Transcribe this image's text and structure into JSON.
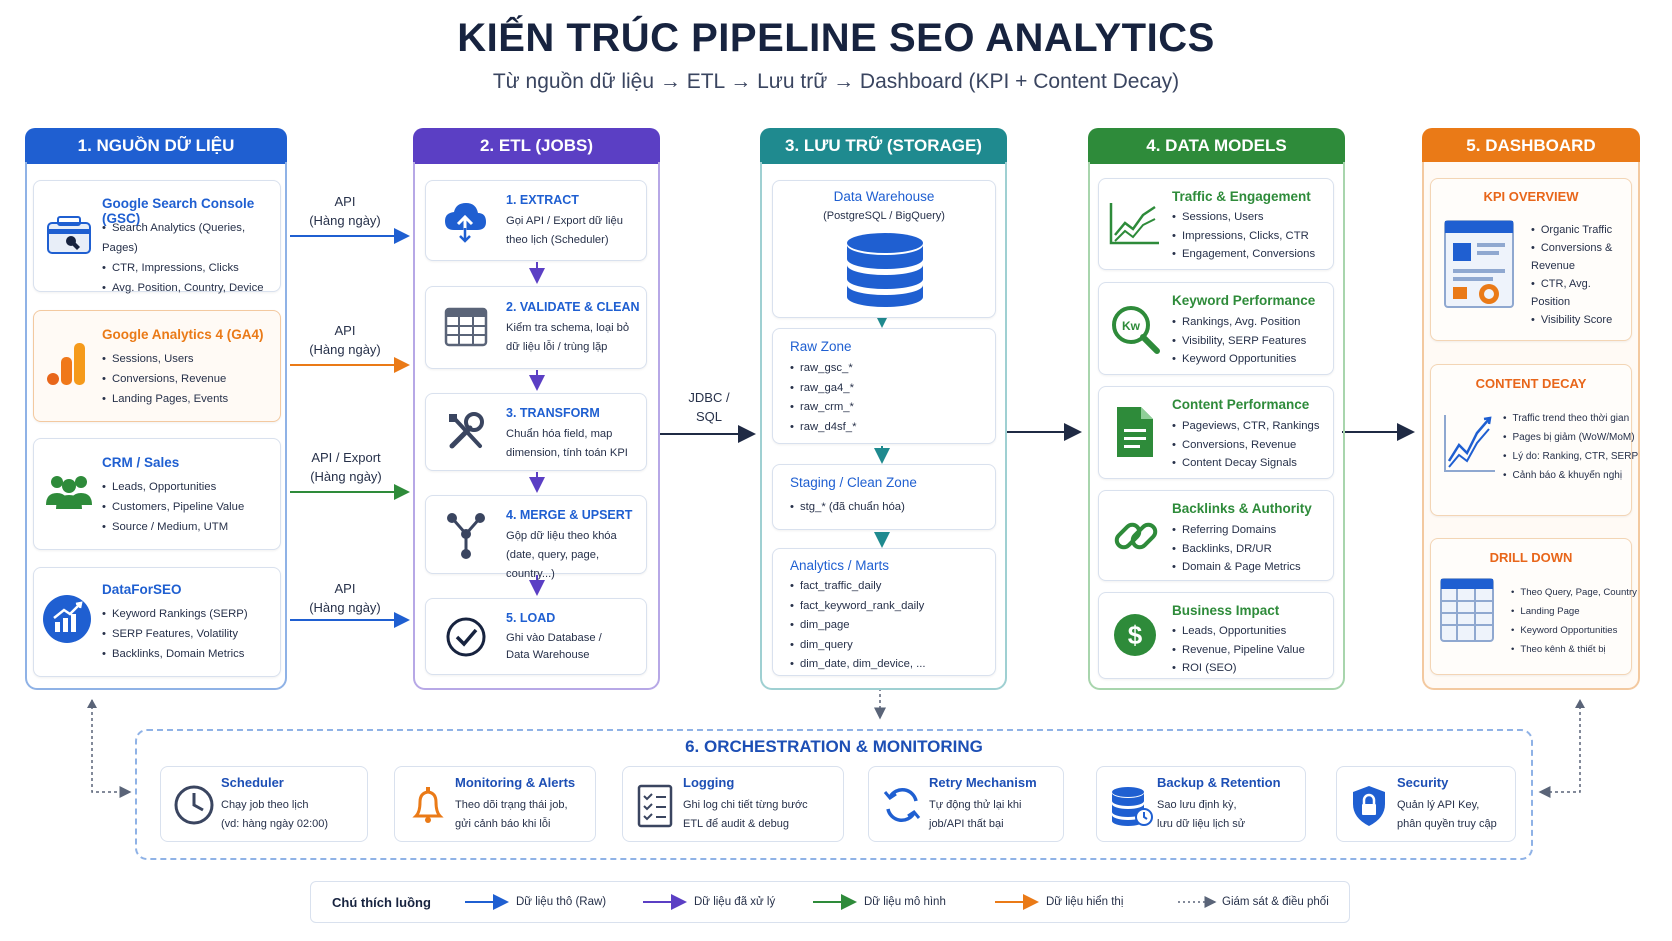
{
  "title": "KIẾN TRÚC PIPELINE SEO ANALYTICS",
  "subtitle": "Từ nguồn dữ liệu  →  ETL  →  Lưu trữ  →  Dashboard (KPI + Content Decay)",
  "colors": {
    "blue": "#1f5fd1",
    "purple": "#5b3fc4",
    "teal": "#1f8a8f",
    "green": "#2e8b3a",
    "orange": "#ea7a17"
  },
  "columns": {
    "sources": {
      "header": "1. NGUỒN DỮ LIỆU",
      "cards": [
        {
          "title": "Google Search Console (GSC)",
          "items": [
            "Search Analytics (Queries, Pages)",
            "CTR, Impressions, Clicks",
            "Avg. Position, Country, Device"
          ],
          "icon": "gsc-toolbox-icon"
        },
        {
          "title": "Google Analytics 4 (GA4)",
          "items": [
            "Sessions, Users",
            "Conversions, Revenue",
            "Landing Pages, Events"
          ],
          "icon": "ga4-bars-icon"
        },
        {
          "title": "CRM / Sales",
          "items": [
            "Leads, Opportunities",
            "Customers, Pipeline Value",
            "Source / Medium, UTM"
          ],
          "icon": "people-icon"
        },
        {
          "title": "DataForSEO",
          "items": [
            "Keyword Rankings (SERP)",
            "SERP Features, Volatility",
            "Backlinks, Domain Metrics"
          ],
          "icon": "chart-circle-icon"
        }
      ]
    },
    "etl": {
      "header": "2. ETL (JOBS)",
      "cards": [
        {
          "title": "1. EXTRACT",
          "lines": [
            "Gọi API / Export dữ liệu",
            "theo lịch (Scheduler)"
          ],
          "icon": "cloud-upload-icon"
        },
        {
          "title": "2. VALIDATE & CLEAN",
          "lines": [
            "Kiểm tra schema, loại bỏ",
            "dữ liệu lỗi / trùng lặp"
          ],
          "icon": "grid-table-icon"
        },
        {
          "title": "3. TRANSFORM",
          "lines": [
            "Chuẩn hóa field, map",
            "dimension, tính toán KPI"
          ],
          "icon": "tools-icon"
        },
        {
          "title": "4. MERGE & UPSERT",
          "lines": [
            "Gộp dữ liệu theo khóa",
            "(date, query, page, country...)"
          ],
          "icon": "merge-icon"
        },
        {
          "title": "5. LOAD",
          "lines": [
            "Ghi vào Database /",
            "Data Warehouse"
          ],
          "icon": "check-circle-icon"
        }
      ]
    },
    "storage": {
      "header": "3. LƯU TRỮ (STORAGE)",
      "warehouse": {
        "title": "Data Warehouse",
        "subtitle": "(PostgreSQL / BigQuery)"
      },
      "raw": {
        "title": "Raw Zone",
        "items": [
          "raw_gsc_*",
          "raw_ga4_*",
          "raw_crm_*",
          "raw_d4sf_*"
        ]
      },
      "staging": {
        "title": "Staging / Clean Zone",
        "items": [
          "stg_* (đã chuẩn hóa)"
        ]
      },
      "marts": {
        "title": "Analytics / Marts",
        "items": [
          "fact_traffic_daily",
          "fact_keyword_rank_daily",
          "dim_page",
          "dim_query",
          "dim_date, dim_device, ..."
        ]
      }
    },
    "models": {
      "header": "4. DATA MODELS",
      "cards": [
        {
          "title": "Traffic & Engagement",
          "items": [
            "Sessions, Users",
            "Impressions, Clicks, CTR",
            "Engagement, Conversions"
          ],
          "icon": "trend-chart-icon"
        },
        {
          "title": "Keyword Performance",
          "items": [
            "Rankings, Avg. Position",
            "Visibility, SERP Features",
            "Keyword Opportunities"
          ],
          "icon": "keyword-magnifier-icon",
          "icon_text": "Kw"
        },
        {
          "title": "Content Performance",
          "items": [
            "Pageviews, CTR, Rankings",
            "Conversions, Revenue",
            "Content Decay Signals"
          ],
          "icon": "document-icon"
        },
        {
          "title": "Backlinks & Authority",
          "items": [
            "Referring Domains",
            "Backlinks, DR/UR",
            "Domain & Page Metrics"
          ],
          "icon": "link-icon"
        },
        {
          "title": "Business Impact",
          "items": [
            "Leads, Opportunities",
            "Revenue, Pipeline Value",
            "ROI (SEO)"
          ],
          "icon": "dollar-icon",
          "icon_text": "$"
        }
      ]
    },
    "dashboard": {
      "header": "5. DASHBOARD",
      "cards": [
        {
          "title": "KPI OVERVIEW",
          "items": [
            "Organic Traffic",
            "Conversions & Revenue",
            "CTR, Avg. Position",
            "Visibility Score"
          ],
          "icon": "dashboard-icon"
        },
        {
          "title": "CONTENT DECAY",
          "items": [
            "Traffic trend theo thời gian",
            "Pages bị giảm (WoW/MoM)",
            "Lý do: Ranking, CTR, SERP",
            "Cảnh báo & khuyến nghị"
          ],
          "icon": "decay-chart-icon"
        },
        {
          "title": "DRILL DOWN",
          "items": [
            "Theo Query, Page, Country",
            "Landing Page",
            "Keyword Opportunities",
            "Theo kênh & thiết bị"
          ],
          "icon": "table-icon"
        }
      ]
    }
  },
  "arrows": {
    "src1": [
      "API",
      "(Hàng ngày)"
    ],
    "src2": [
      "API",
      "(Hàng ngày)"
    ],
    "src3": [
      "API / Export",
      "(Hàng ngày)"
    ],
    "src4": [
      "API",
      "(Hàng ngày)"
    ],
    "etl_to_storage": [
      "JDBC /",
      "SQL"
    ]
  },
  "orchestration": {
    "title": "6. ORCHESTRATION & MONITORING",
    "cards": [
      {
        "title": "Scheduler",
        "lines": [
          "Chạy job theo lịch",
          "(vd: hàng ngày 02:00)"
        ],
        "icon": "clock-icon"
      },
      {
        "title": "Monitoring & Alerts",
        "lines": [
          "Theo dõi trạng thái job,",
          "gửi cảnh báo khi lỗi"
        ],
        "icon": "bell-icon"
      },
      {
        "title": "Logging",
        "lines": [
          "Ghi log chi tiết từng bước",
          "ETL để audit & debug"
        ],
        "icon": "checklist-icon"
      },
      {
        "title": "Retry Mechanism",
        "lines": [
          "Tự động thử lại khi",
          "job/API thất bại"
        ],
        "icon": "refresh-icon"
      },
      {
        "title": "Backup & Retention",
        "lines": [
          "Sao lưu định kỳ,",
          "lưu dữ liệu lịch sử"
        ],
        "icon": "database-backup-icon"
      },
      {
        "title": "Security",
        "lines": [
          "Quản lý API Key,",
          "phân quyền truy cập"
        ],
        "icon": "shield-lock-icon"
      }
    ]
  },
  "legend": {
    "title": "Chú thích luồng",
    "items": [
      {
        "label": "Dữ liệu thô (Raw)",
        "color": "#1f5fd1",
        "style": "solid"
      },
      {
        "label": "Dữ liệu đã xử lý",
        "color": "#5b3fc4",
        "style": "solid"
      },
      {
        "label": "Dữ liệu mô hình",
        "color": "#2e8b3a",
        "style": "solid"
      },
      {
        "label": "Dữ liệu hiển thị",
        "color": "#ea7a17",
        "style": "solid"
      },
      {
        "label": "Giám sát & điều phối",
        "color": "#5a6478",
        "style": "dotted"
      }
    ]
  }
}
